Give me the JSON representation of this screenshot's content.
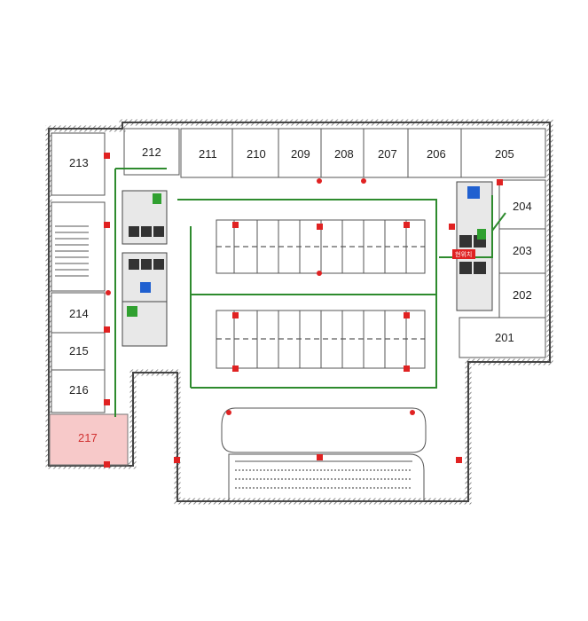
{
  "map": {
    "highlight_color": "#f7c9c9",
    "highlight_room": "217",
    "route_color": "#2e8b2e",
    "marker_color": "#e02222",
    "location_tag": "현위치",
    "rooms": {
      "r201": "201",
      "r202": "202",
      "r203": "203",
      "r204": "204",
      "r205": "205",
      "r206": "206",
      "r207": "207",
      "r208": "208",
      "r209": "209",
      "r210": "210",
      "r211": "211",
      "r212": "212",
      "r213": "213",
      "r214": "214",
      "r215": "215",
      "r216": "216",
      "r217": "217"
    }
  }
}
